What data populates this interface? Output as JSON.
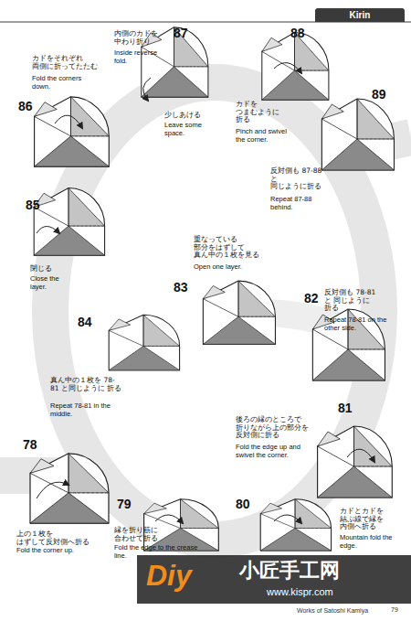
{
  "diagram": {
    "title": "Kirin",
    "labels": [
      "86",
      "カドをそれぞれ 両側に折ってたたむ",
      "Fold the corners down.",
      "87",
      "内側のカドを 中わり折り",
      "Inside reverse fold.",
      "少しあける",
      "Leave some space.",
      "88",
      "カドを つまむように 折る",
      "Pinch and swivel the corner.",
      "89",
      "反対側も 87-88 と 同じように折る",
      "Repeat 87-88 behind.",
      "85",
      "閉じる",
      "Close the layer.",
      "83",
      "重なっている 部分をはずして 真ん中の１枚を見る",
      "Open one layer.",
      "82",
      "反対側も 78-81 と 同じように 折る",
      "Repeat 78-81 on the other side.",
      "84",
      "真ん中の１枚を 78-81 と同じように 折る",
      "Repeat 78-81 in the middle.",
      "81",
      "後ろの縁のところで 折りながら上の部分を 反対側に折る",
      "Fold the edge up and swivel the corner.",
      "78",
      "上の１枚を はずして反対側へ折る",
      "Fold the corner up.",
      "79",
      "縁を折り筋に 合わせて折る",
      "Fold the edge to the crease line.",
      "80",
      "カドとカドを 結ぶ線で縁を 内側へ折る",
      "Mountain fold the edge.",
      "Diy",
      "小匠手工网",
      "www.kispr.com",
      "Works of Satoshi Kamiya",
      "79"
    ]
  }
}
